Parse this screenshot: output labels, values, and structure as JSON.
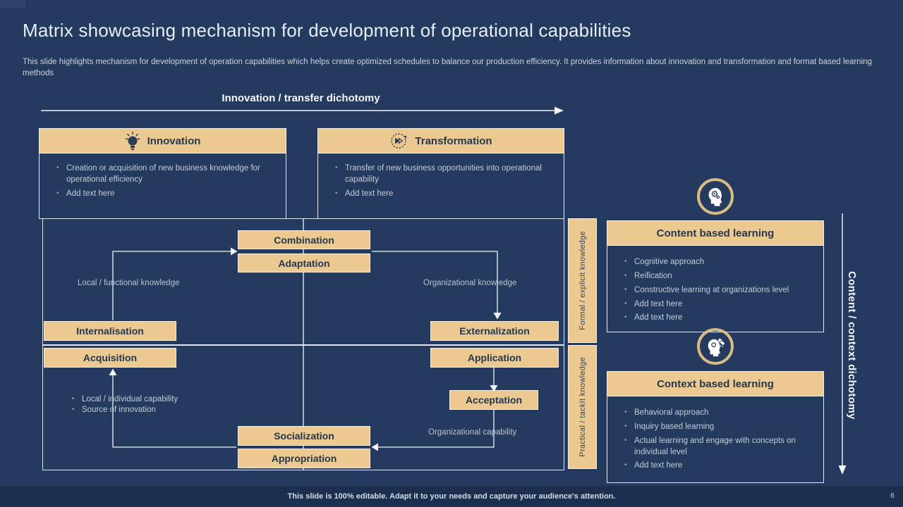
{
  "slide": {
    "title": "Matrix showcasing mechanism for development of operational capabilities",
    "subtitle": "This slide highlights mechanism for development of operation capabilities which helps create optimized schedules to balance our production efficiency. It provides information about innovation and transformation and format based learning methods",
    "footer": "This slide is 100% editable. Adapt it to your needs and capture your audience's attention.",
    "page_number": "6"
  },
  "axes": {
    "top": "Innovation / transfer dichotomy",
    "right": "Content / context dichotomy"
  },
  "cards": {
    "innovation": {
      "title": "Innovation",
      "icon": "lightbulb-icon",
      "bullets": [
        "Creation or acquisition of new business knowledge for operational efficiency",
        "Add text here"
      ]
    },
    "transformation": {
      "title": "Transformation",
      "icon": "transformation-cycle-icon",
      "bullets": [
        "Transfer of new business opportunities into operational capability",
        "Add text here"
      ]
    },
    "content_learning": {
      "title": "Content based learning",
      "icon": "head-gears-icon",
      "bullets": [
        "Cognitive approach",
        "Reification",
        "Constructive learning at organizations level",
        "Add text here",
        "Add text here"
      ]
    },
    "context_learning": {
      "title": "Context based learning",
      "icon": "head-butterfly-icon",
      "bullets": [
        "Behavioral approach",
        "Inquiry based learning",
        "Actual learning and engage with concepts on individual level",
        "Add text here"
      ]
    }
  },
  "matrix": {
    "nodes": {
      "combination": "Combination",
      "adaptation": "Adaptation",
      "internalisation": "Internalisation",
      "externalization": "Externalization",
      "acquisition": "Acquisition",
      "application": "Application",
      "acceptation": "Acceptation",
      "socialization": "Socialization",
      "appropriation": "Appropriation"
    },
    "labels": {
      "local_functional": "Local / functional knowledge",
      "organizational_knowledge": "Organizational knowledge",
      "organizational_capability": "Organizational capability"
    },
    "bottom_left_bullets": [
      "Local / individual capability",
      "Source of innovation"
    ],
    "strips": {
      "formal": "Formal / explicit knowledge",
      "practical": "Practical / tackIt knowledge"
    }
  },
  "colors": {
    "background": "#243A5E",
    "accent_tan": "#EBC991",
    "dark_text_on_tan": "#26374E",
    "light_text": "#C4CCD7",
    "line_white": "#F2F4F7",
    "footer_bar": "#1D2F4F"
  }
}
